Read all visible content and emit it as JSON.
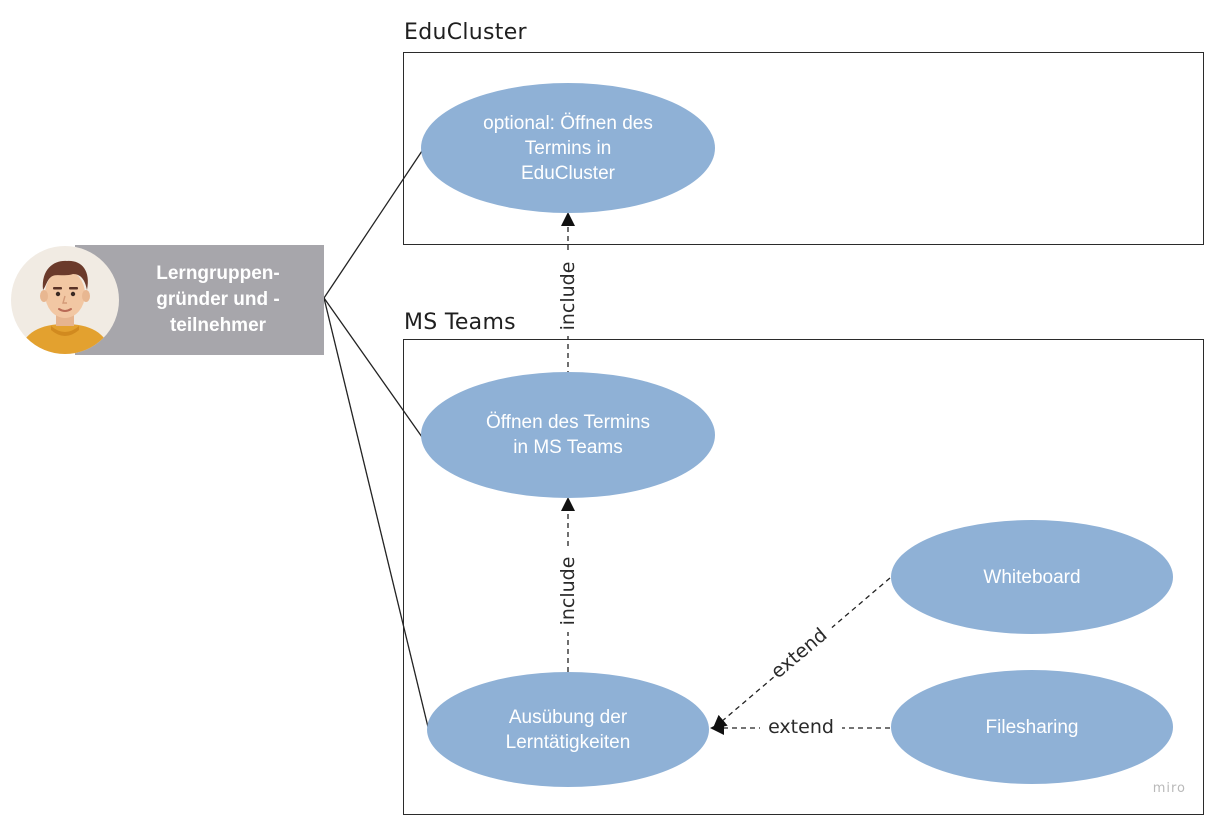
{
  "frames": {
    "educluster": {
      "title": "EduCluster"
    },
    "msteams": {
      "title": "MS Teams"
    }
  },
  "actor": {
    "label": "Lerngruppen-\ngründer und -\nteilnehmer"
  },
  "use_cases": {
    "open_educluster": "optional: Öffnen des\nTermins in\nEduCluster",
    "open_msteams": "Öffnen des Termins\nin MS Teams",
    "learning": "Ausübung der\nLerntätigkeiten",
    "whiteboard": "Whiteboard",
    "filesharing": "Filesharing"
  },
  "relations": {
    "include_top": "include",
    "include_bottom": "include",
    "extend_whiteboard": "extend",
    "extend_filesharing": "extend"
  },
  "watermark": "miro",
  "colors": {
    "use_case_fill": "#8fb1d6",
    "actor_box": "#a7a6ab",
    "avatar_shirt": "#e3a12f"
  }
}
